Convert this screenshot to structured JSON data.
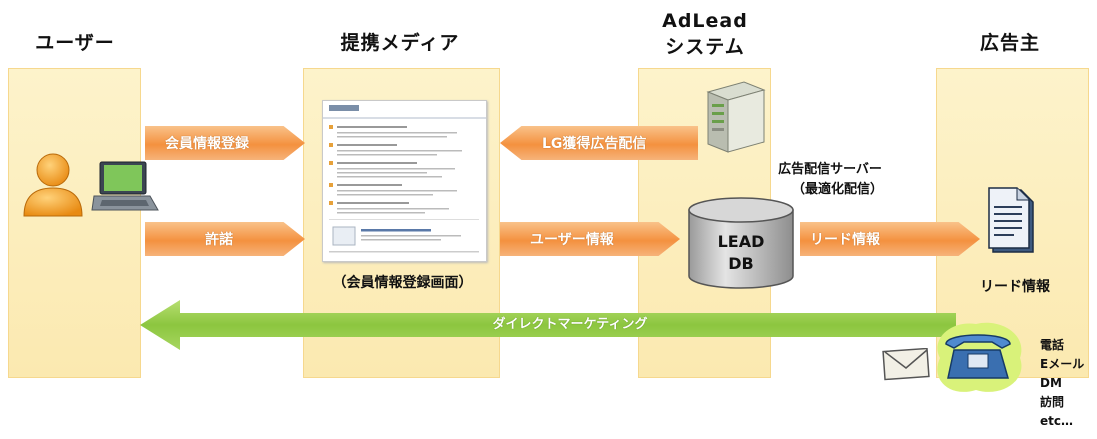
{
  "columns": {
    "user": "ユーザー",
    "media": "提携メディア",
    "adlead_line1": "AdLead",
    "adlead_line2": "システム",
    "advertiser": "広告主"
  },
  "arrows": {
    "register": "会員情報登録",
    "consent": "許諾",
    "lg_ad": "LG獲得広告配信",
    "user_info": "ユーザー情報",
    "lead_info": "リード情報",
    "direct_marketing": "ダイレクトマーケティング"
  },
  "labels": {
    "screen_caption": "（会員情報登録画面）",
    "ad_server_line1": "広告配信サーバー",
    "ad_server_line2": "（最適化配信）",
    "db_line1": "LEAD",
    "db_line2": "DB",
    "lead_doc": "リード情報"
  },
  "channels": [
    "電話",
    "Eメール",
    "DM",
    "訪問",
    "etc…"
  ],
  "colors": {
    "column_fill": "#fbe9b0",
    "orange_arrow": "#f4913f",
    "green_arrow": "#8cc63f"
  }
}
